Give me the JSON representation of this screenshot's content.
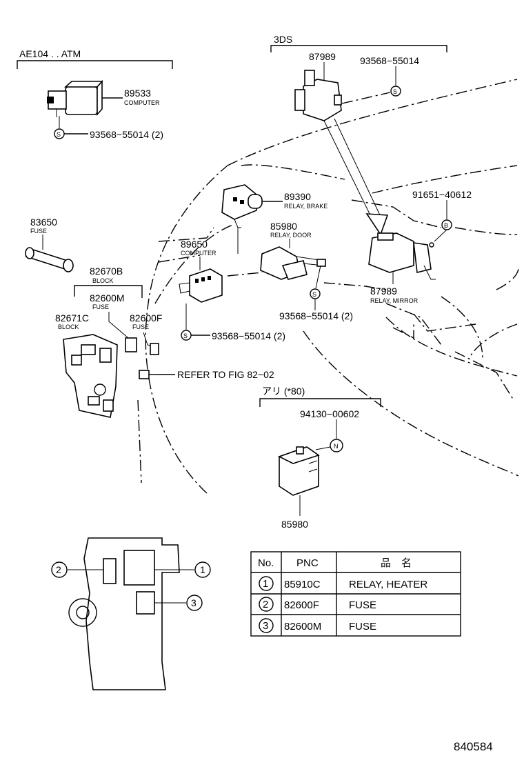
{
  "groups": {
    "ae104": "AE104 . . ATM",
    "ds3": "3DS",
    "ari": "アリ (*80)"
  },
  "parts": {
    "p89533": {
      "no": "89533",
      "desc": "COMPUTER"
    },
    "p93568_a": {
      "no": "93568−55014 (2)",
      "sym": "S"
    },
    "p87989_top": {
      "no": "87989"
    },
    "p93568_top": {
      "no": "93568−55014",
      "sym": "S"
    },
    "p89390": {
      "no": "89390",
      "desc": "RELAY, BRAKE"
    },
    "p91651": {
      "no": "91651−40612",
      "sym": "B"
    },
    "p83650": {
      "no": "83650",
      "desc": "FUSE"
    },
    "p85980_door": {
      "no": "85980",
      "desc": "RELAY, DOOR"
    },
    "p89650": {
      "no": "89650",
      "desc": "COMPUTER"
    },
    "p82670b": {
      "no": "82670B",
      "desc": "BLOCK"
    },
    "p82600m": {
      "no": "82600M",
      "desc": "FUSE"
    },
    "p82671c": {
      "no": "82671C",
      "desc": "BLOCK"
    },
    "p82600f": {
      "no": "82600F",
      "desc": "FUSE"
    },
    "p87989_mirror": {
      "no": "87989",
      "desc": "RELAY, MIRROR"
    },
    "p93568_mid": {
      "no": "93568−55014 (2)",
      "sym": "S"
    },
    "p93568_low": {
      "no": "93568−55014 (2)",
      "sym": "S"
    },
    "refer": "REFER TO FIG 82−02",
    "p94130": {
      "no": "94130−00602",
      "sym": "N"
    },
    "p85980_bottom": {
      "no": "85980"
    }
  },
  "callouts": [
    "1",
    "2",
    "3"
  ],
  "table": {
    "headers": [
      "No.",
      "PNC",
      "品　名"
    ],
    "rows": [
      {
        "no": "1",
        "pnc": "85910C",
        "name": "RELAY, HEATER"
      },
      {
        "no": "2",
        "pnc": "82600F",
        "name": "FUSE"
      },
      {
        "no": "3",
        "pnc": "82600M",
        "name": "FUSE"
      }
    ]
  },
  "figure_number": "840584"
}
